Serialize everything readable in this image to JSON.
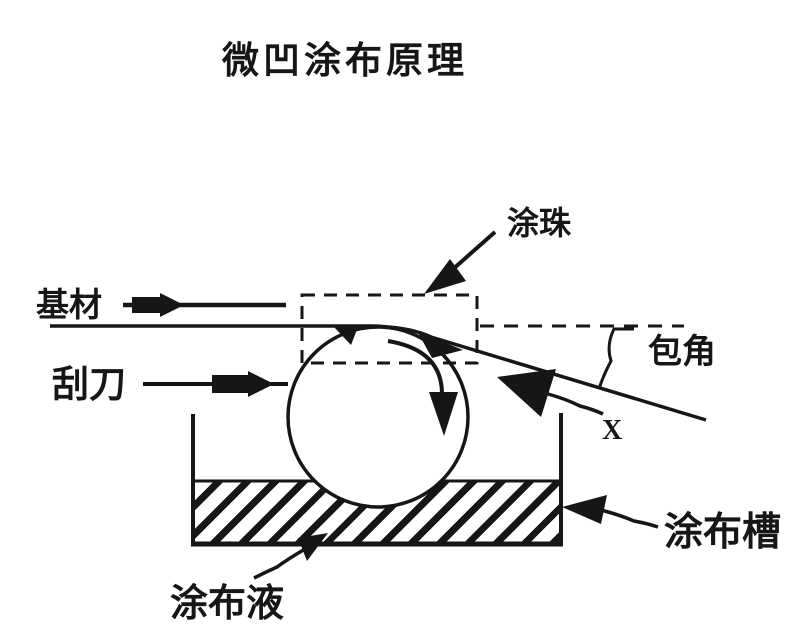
{
  "title": "微凹涂布原理",
  "labels": {
    "bead": "涂珠",
    "substrate": "基材",
    "wrap_angle": "包角",
    "blade": "刮刀",
    "x_mark": "X",
    "tank": "涂布槽",
    "liquid": "涂布液"
  },
  "colors": {
    "ink": "#161616",
    "background": "#ffffff"
  }
}
